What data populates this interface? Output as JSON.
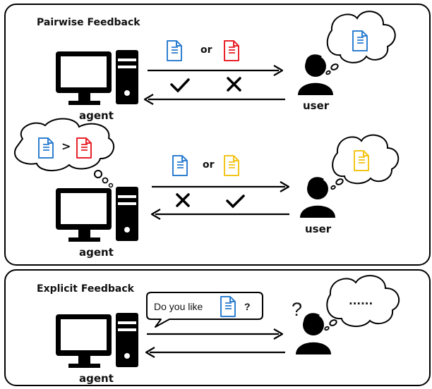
{
  "colors": {
    "blue_doc": "#2f7fd0",
    "red_doc": "#e8222a",
    "yellow_doc": "#f3c51b",
    "ink": "#000000"
  },
  "pairwise": {
    "title": "Pairwise Feedback",
    "top": {
      "agent_label": "agent",
      "user_label": "user",
      "or_label": "or",
      "options": [
        "blue-document",
        "red-document"
      ],
      "feedback": [
        "check-mark",
        "cross-mark"
      ]
    },
    "bottom": {
      "agent_label": "agent",
      "user_label": "user",
      "or_label": "or",
      "agent_thought": {
        "left": "blue-document",
        "symbol": ">",
        "right": "red-document"
      },
      "options": [
        "blue-document",
        "yellow-document"
      ],
      "feedback": [
        "cross-mark",
        "check-mark"
      ]
    }
  },
  "explicit": {
    "title": "Explicit Feedback",
    "agent_label": "agent",
    "question_pre": "Do you like",
    "question_post": "?",
    "question_mark": "?",
    "user_thought": "......"
  }
}
